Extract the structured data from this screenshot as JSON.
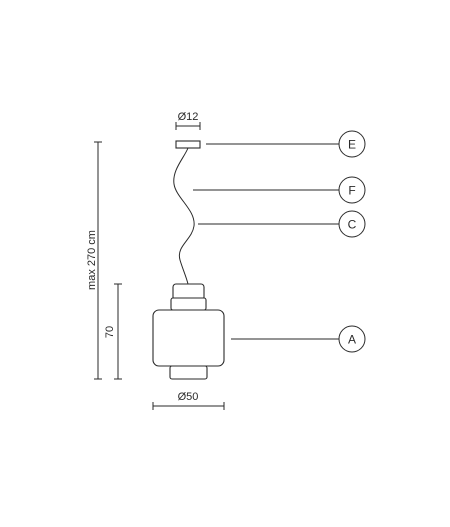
{
  "dimensions": {
    "canopy_diameter": "Ø12",
    "shade_diameter": "Ø50",
    "shade_height": "70",
    "max_height": "max 270 cm"
  },
  "callouts": [
    {
      "id": "E",
      "letter": "E"
    },
    {
      "id": "F",
      "letter": "F"
    },
    {
      "id": "C",
      "letter": "C"
    },
    {
      "id": "A",
      "letter": "A"
    }
  ],
  "colors": {
    "stroke": "#2a2a2a",
    "background": "#ffffff"
  }
}
